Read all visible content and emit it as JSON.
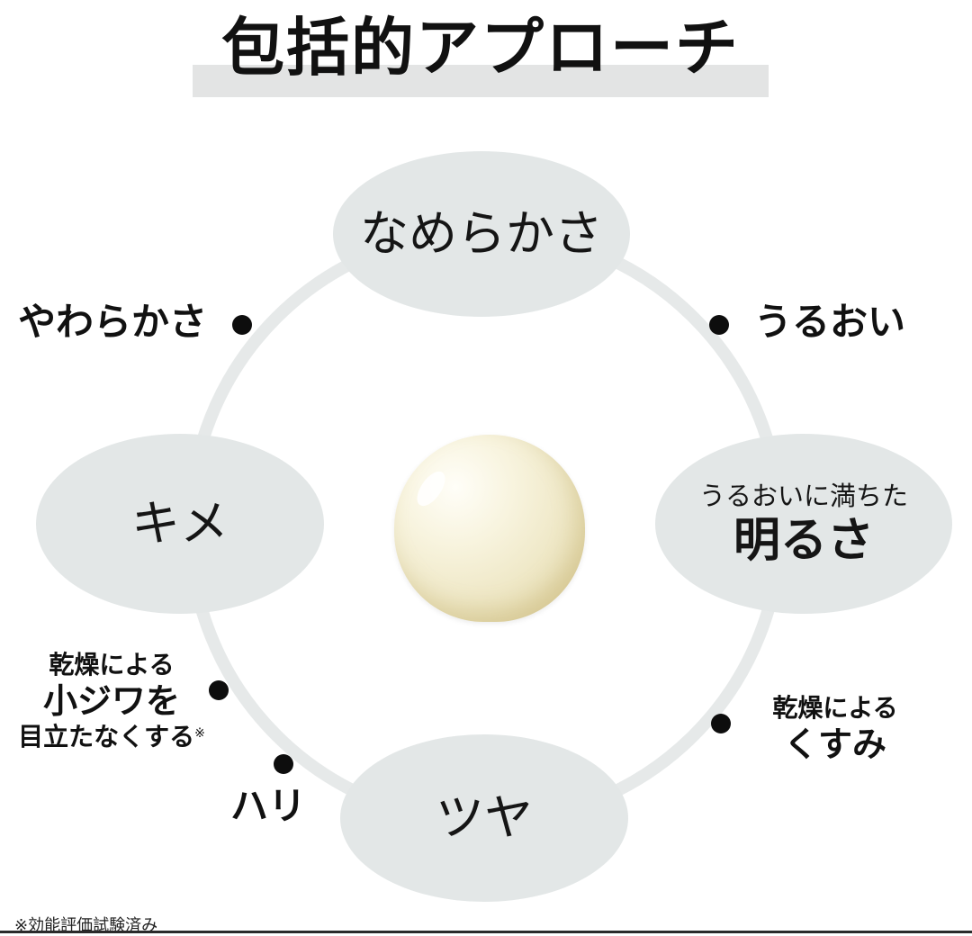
{
  "title": "包括的アプローチ",
  "ovals": {
    "top": "なめらかさ",
    "left": "キメ",
    "right_sub": "うるおいに満ちた",
    "right_main": "明るさ",
    "bottom": "ツヤ"
  },
  "points": {
    "yawarakasa": "やわらかさ",
    "uruoi": "うるおい",
    "kansou_wrinkle_line1": "乾燥による",
    "kansou_wrinkle_line2": "小ジワを",
    "kansou_wrinkle_line3": "目立たなくする",
    "kansou_wrinkle_mark": "※",
    "hari": "ハリ",
    "kansou_kusumi_line1": "乾燥による",
    "kansou_kusumi_line2": "くすみ"
  },
  "footnote": "※効能評価試験済み"
}
